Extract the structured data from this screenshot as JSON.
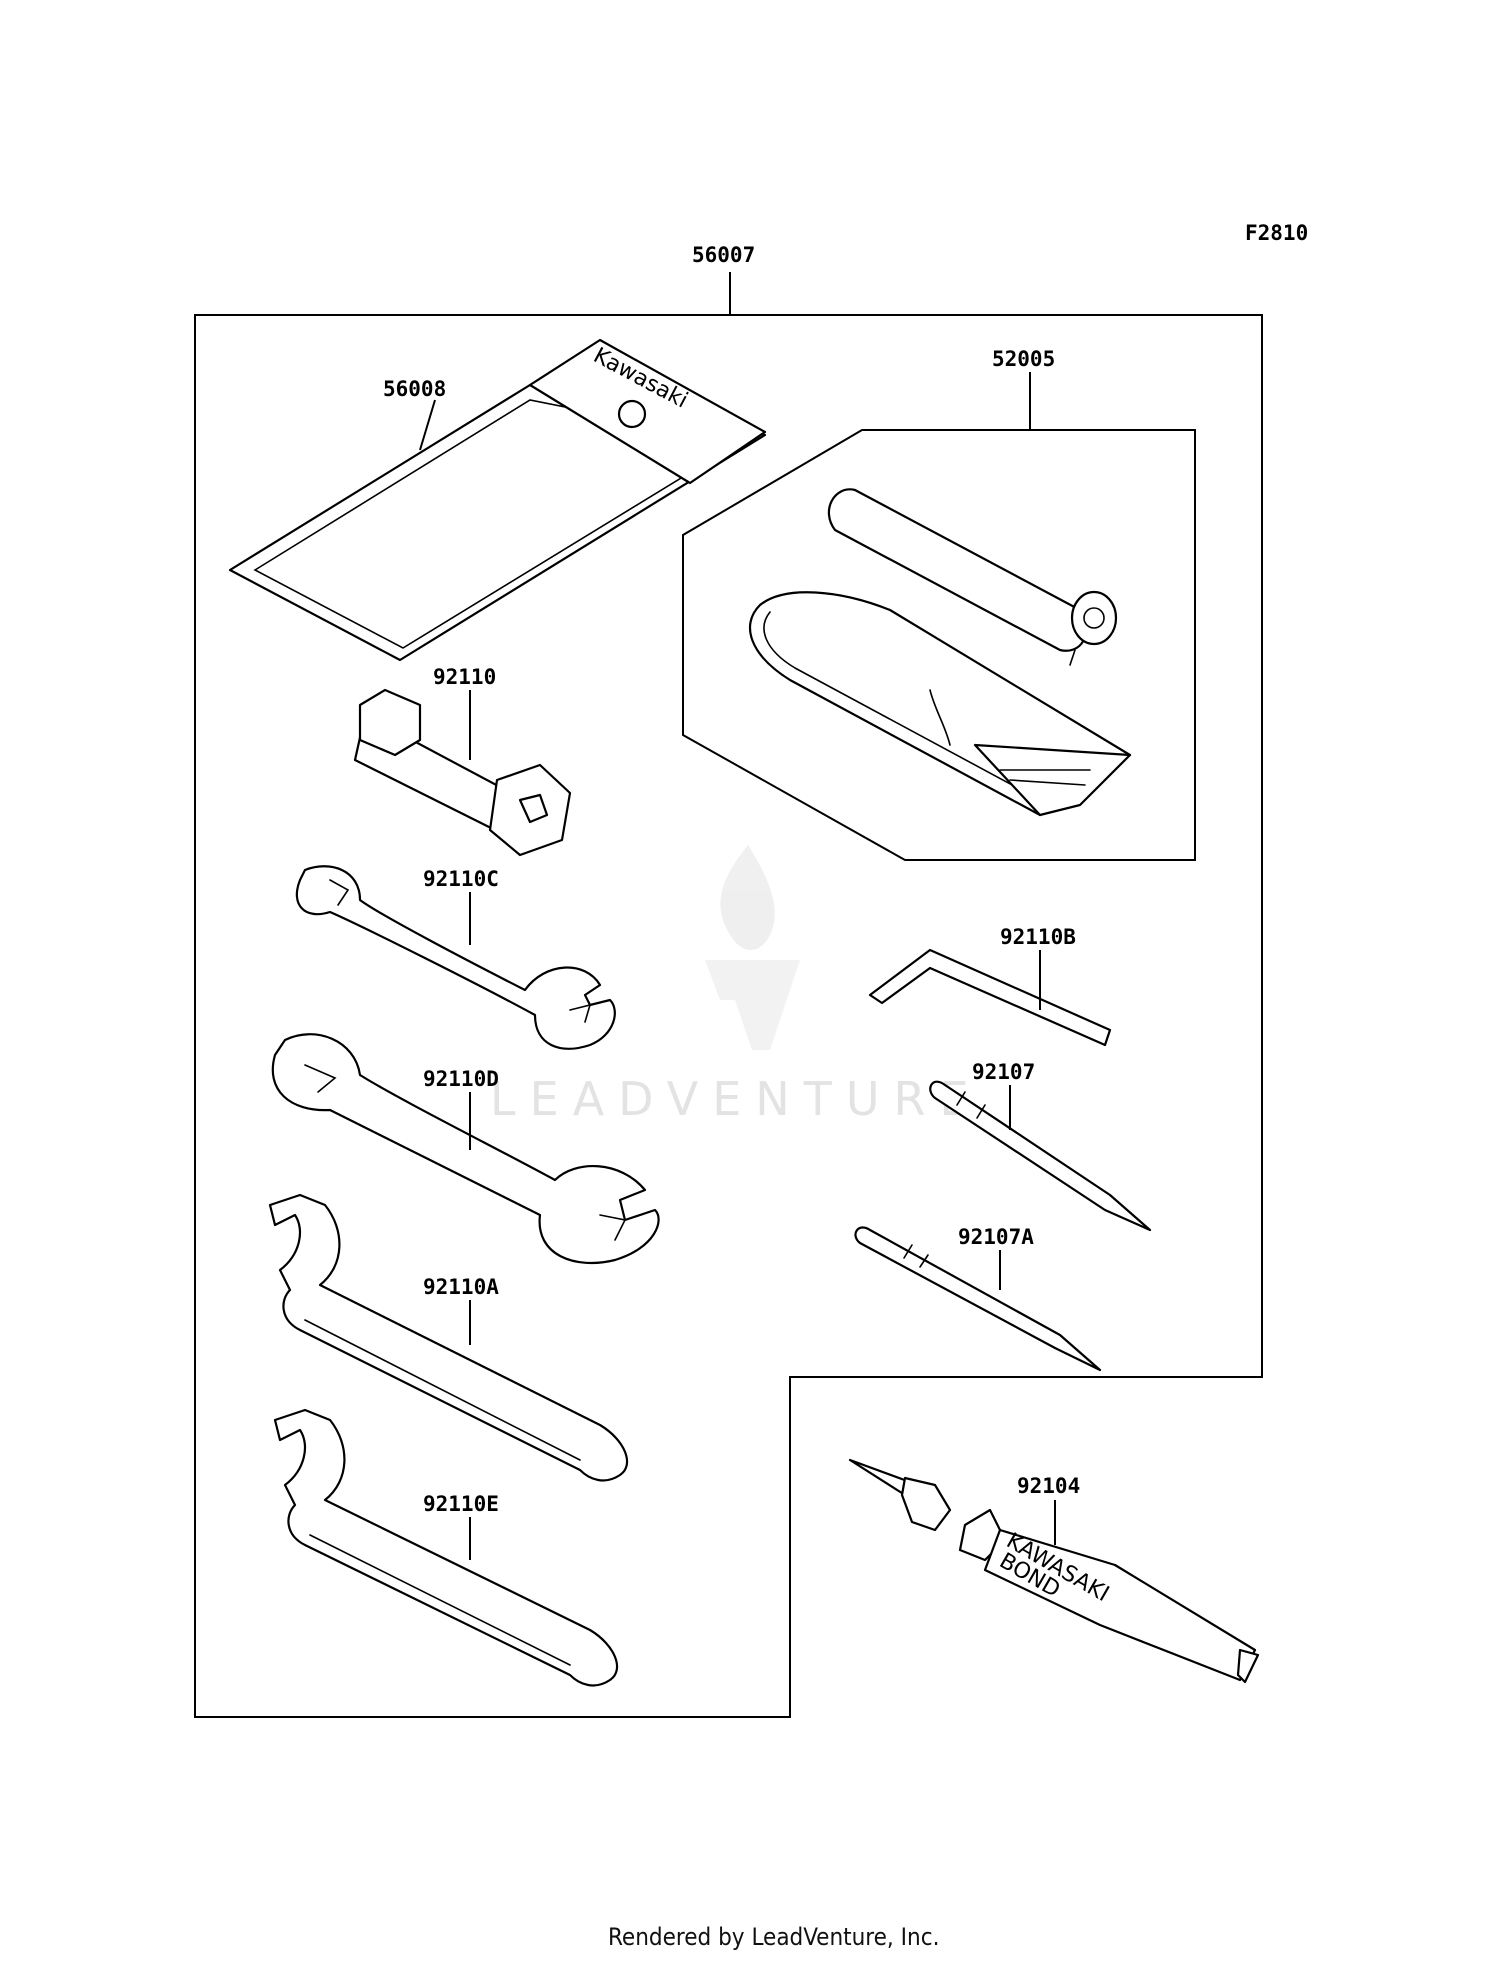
{
  "diagram_code": "F2810",
  "footer_text": "Rendered by LeadVenture, Inc.",
  "watermark_text": "LEADVENTURE",
  "colors": {
    "line": "#000000",
    "background": "#ffffff",
    "watermark": "#e3e3e3"
  },
  "parts": [
    {
      "number": "56007",
      "name": "tool-kit-group"
    },
    {
      "number": "56008",
      "name": "tool-bag"
    },
    {
      "number": "52005",
      "name": "tire-repair-kit-group"
    },
    {
      "number": "92110",
      "name": "plug-wrench"
    },
    {
      "number": "92110C",
      "name": "open-end-wrench-small"
    },
    {
      "number": "92110D",
      "name": "open-end-wrench-large"
    },
    {
      "number": "92110A",
      "name": "hook-wrench"
    },
    {
      "number": "92110E",
      "name": "hook-wrench-2"
    },
    {
      "number": "92110B",
      "name": "hex-key"
    },
    {
      "number": "92107",
      "name": "screwdriver-bit"
    },
    {
      "number": "92107A",
      "name": "screwdriver-bit-2"
    },
    {
      "number": "92104",
      "name": "bond-tube"
    }
  ],
  "tool_bag_logo": "Kawasaki",
  "bond_tube_text": {
    "line1": "KAWASAKI",
    "line2": "BOND"
  }
}
